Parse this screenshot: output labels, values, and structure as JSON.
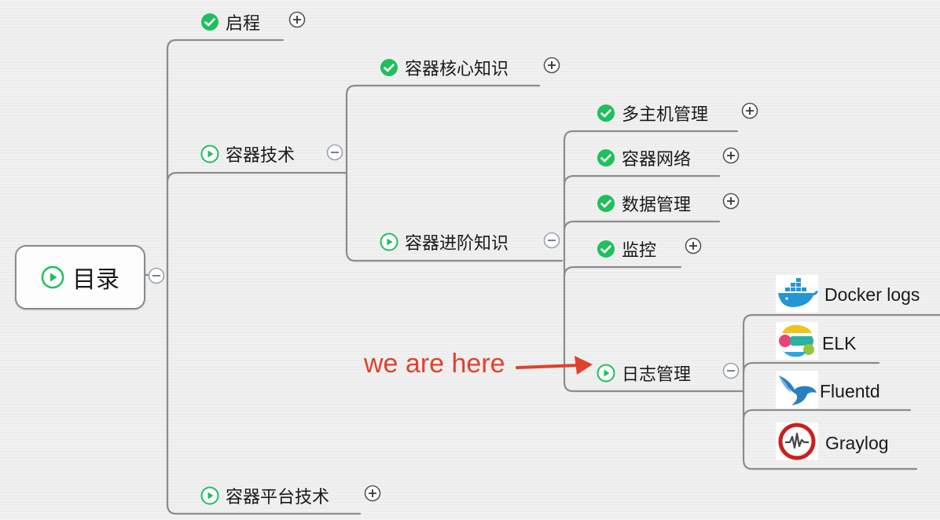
{
  "root": {
    "label": "目录"
  },
  "level1": {
    "qicheng": {
      "label": "启程"
    },
    "rongqi_jishu": {
      "label": "容器技术"
    },
    "pingtai": {
      "label": "容器平台技术"
    }
  },
  "level2": {
    "hexin": {
      "label": "容器核心知识"
    },
    "jinjie": {
      "label": "容器进阶知识"
    }
  },
  "level3": {
    "duozhuji": {
      "label": "多主机管理"
    },
    "wangluo": {
      "label": "容器网络"
    },
    "shuju": {
      "label": "数据管理"
    },
    "jiankong": {
      "label": "监控"
    },
    "rizhi": {
      "label": "日志管理"
    }
  },
  "tools": {
    "docker": {
      "label": "Docker logs"
    },
    "elk": {
      "label": "ELK"
    },
    "fluentd": {
      "label": "Fluentd"
    },
    "graylog": {
      "label": "Graylog"
    }
  },
  "annotation": {
    "text": "we are here",
    "color": "#e0412c"
  },
  "colors": {
    "check": "#1fbf5e",
    "play": "#1fbf5e",
    "line": "#8c8c8c"
  }
}
